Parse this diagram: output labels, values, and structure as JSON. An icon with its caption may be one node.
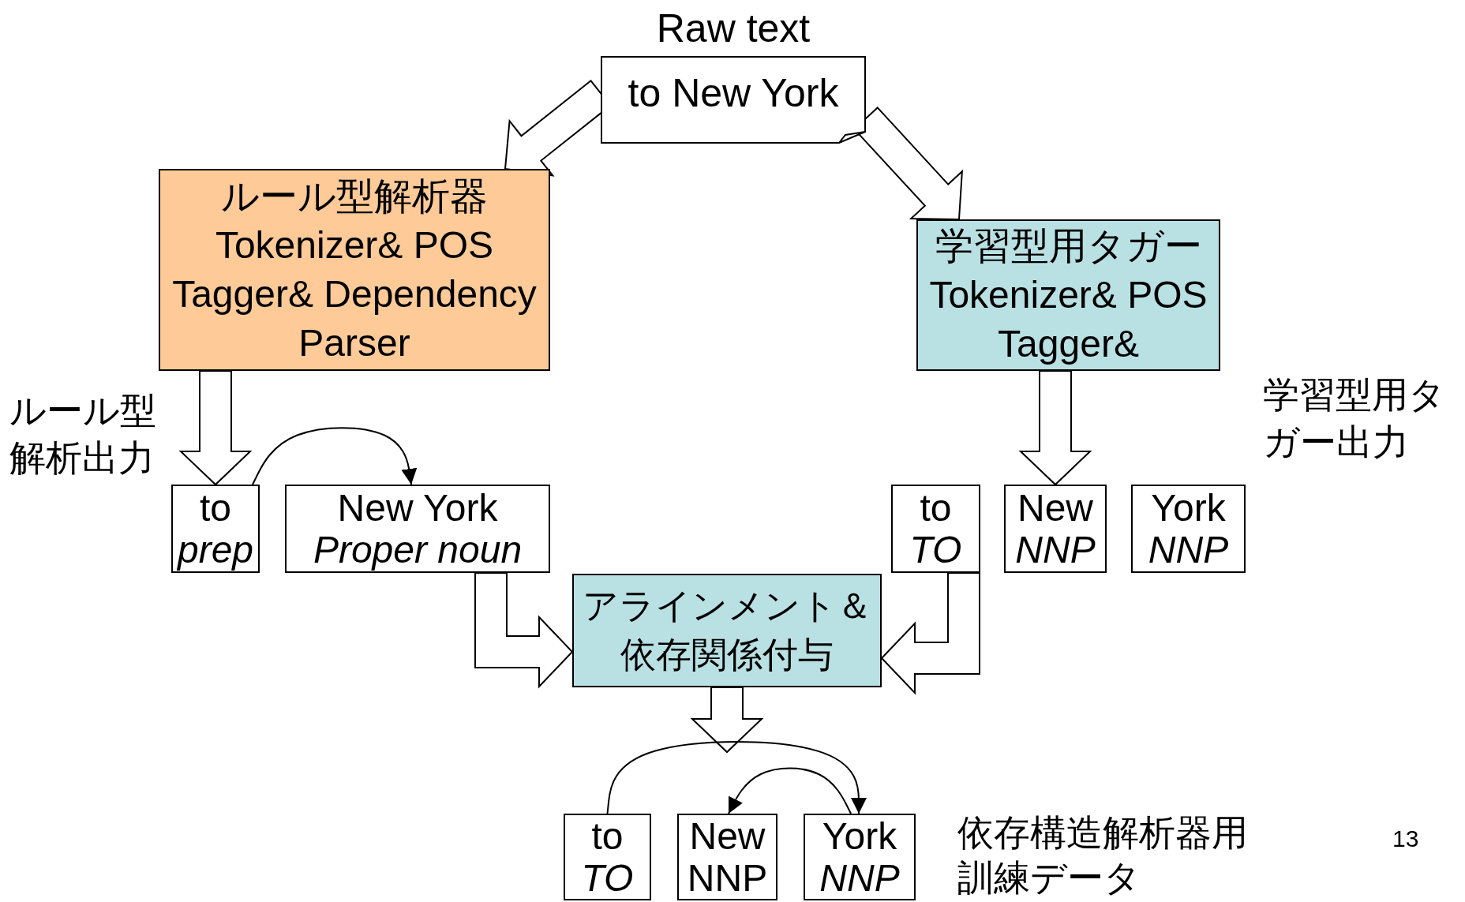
{
  "diagram": {
    "nodes": [
      {
        "text": [
          "Raw text",
          "to New York"
        ]
      },
      {
        "text": [
          "ルール型解析器",
          "Tokenizer& POS Tagger& Dependency Parser"
        ]
      },
      {
        "text": [
          "学習型用タガー",
          "Tokenizer& POS Tagger&"
        ]
      },
      {
        "text": [
          "to",
          "*prep*"
        ]
      },
      {
        "text": [
          "New York",
          "*Proper noun*"
        ]
      },
      {
        "text": [
          "to",
          "*TO*"
        ]
      },
      {
        "text": [
          "New",
          "*NNP*"
        ]
      },
      {
        "text": [
          "York",
          "*NNP*"
        ]
      },
      {
        "text": [
          "アラインメント＆",
          "依存関係付与"
        ]
      },
      {
        "text": [
          "to",
          "*TO*"
        ]
      },
      {
        "text": [
          "New",
          "NNP"
        ]
      },
      {
        "text": [
          "York",
          "*NNP*"
        ]
      }
    ],
    "edges": [
      {
        "from": 0,
        "to": 1,
        "arrow": "to",
        "style": "thick"
      },
      {
        "from": 0,
        "to": 2,
        "arrow": "to",
        "style": "thick"
      },
      {
        "from": 1,
        "to": 3,
        "arrow": "to",
        "style": "thick"
      },
      {
        "from": 2,
        "to": 6,
        "arrow": "to",
        "style": "thick"
      },
      {
        "from": 4,
        "to": 8,
        "arrow": "to",
        "style": "thick"
      },
      {
        "from": 5,
        "to": 8,
        "arrow": "to",
        "style": "thick"
      },
      {
        "from": 8,
        "to": null,
        "arrow": "to",
        "style": "thick"
      },
      {
        "from": 3,
        "to": 4,
        "arrow": "to"
      },
      {
        "from": 9,
        "to": 11,
        "arrow": "to"
      },
      {
        "from": 11,
        "to": 10,
        "arrow": "to"
      }
    ],
    "labels": [
      "ルール型解析出力",
      "学習型用タガー出力",
      "依存構造解析器用訓練データ",
      "13"
    ]
  }
}
